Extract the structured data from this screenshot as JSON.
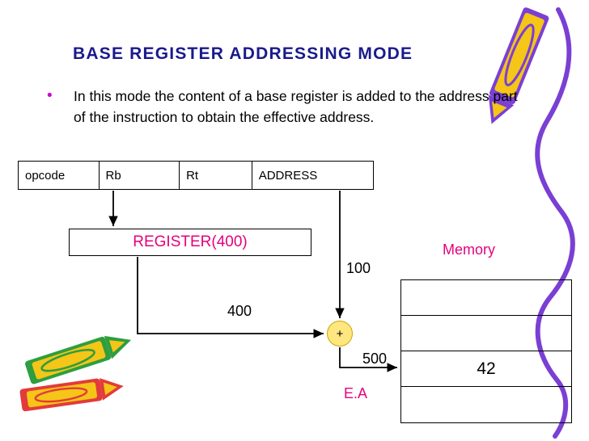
{
  "slide": {
    "title": "BASE REGISTER ADDRESSING MODE",
    "bullet": "In this mode the content of a base register is added to the address part of the instruction to obtain the effective address.",
    "bullet_marker": "•"
  },
  "instruction_format": {
    "fields": [
      {
        "label": "opcode"
      },
      {
        "label": "Rb"
      },
      {
        "label": "Rt"
      },
      {
        "label": "ADDRESS"
      }
    ]
  },
  "register_box": {
    "label": "REGISTER(400)"
  },
  "memory": {
    "title": "Memory",
    "cells": [
      "",
      "",
      "42",
      ""
    ]
  },
  "adder": {
    "symbol": "+"
  },
  "annotations": {
    "address_value": "100",
    "register_value": "400",
    "sum_value": "500",
    "effective_address": "E.A"
  },
  "colors": {
    "title": "#1a1a8c",
    "accent_pink": "#e5007d",
    "bullet_marker": "#d000d0",
    "adder_fill": "#ffe680",
    "crayon_purple": "#7a3fd4",
    "crayon_yellow": "#f5c518",
    "squiggle": "#7a3fd4"
  },
  "decorations": [
    {
      "name": "crayon-top-right"
    },
    {
      "name": "crayon-bottom-left-green"
    },
    {
      "name": "crayon-bottom-left-red"
    },
    {
      "name": "squiggle-right"
    }
  ]
}
